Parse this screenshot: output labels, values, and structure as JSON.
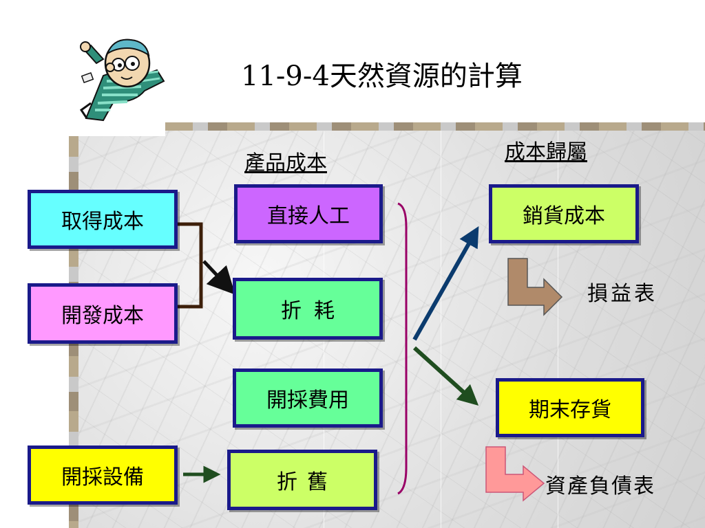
{
  "title": "11-9-4天然資源的計算",
  "headers": {
    "product_cost": "產品成本",
    "cost_attribution": "成本歸屬"
  },
  "inputs": {
    "acquisition_cost": "取得成本",
    "development_cost": "開發成本",
    "mining_equipment": "開採設備"
  },
  "product_costs": {
    "direct_labor": "直接人工",
    "depletion": "折耗",
    "mining_expense": "開採費用",
    "depreciation": "折舊"
  },
  "outcomes": {
    "cost_of_goods_sold": "銷貨成本",
    "ending_inventory": "期末存貨"
  },
  "statements": {
    "income_statement": "損益表",
    "balance_sheet": "資產負債表"
  },
  "colors": {
    "box_border": "#1a1a8a",
    "cyan": "#66ffff",
    "pink": "#ff99ff",
    "yellow": "#ffff00",
    "purple": "#cc66ff",
    "green": "#66ff99",
    "lime": "#ccff66",
    "brace": "#990066",
    "arrow_blue": "#0b3b6e",
    "arrow_green": "#1f4d1f",
    "bracket_brown": "#3d1f0a",
    "l_arrow_brown": "#b08a6a",
    "l_arrow_pink": "#ff9999"
  },
  "icons": {
    "mascot": "cartoon-character-icon"
  }
}
